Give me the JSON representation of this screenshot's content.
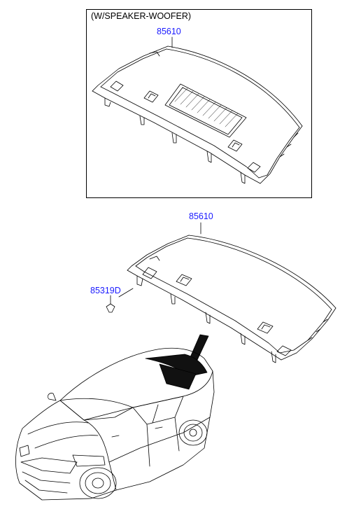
{
  "inset": {
    "variant_label": "(W/SPEAKER-WOOFER)",
    "part_number": "85610"
  },
  "main": {
    "part_number": "85610",
    "clip_part_number": "85319D"
  },
  "colors": {
    "callout_text": "#1a1aff",
    "line": "#000000",
    "glass_tint": "#111111"
  }
}
